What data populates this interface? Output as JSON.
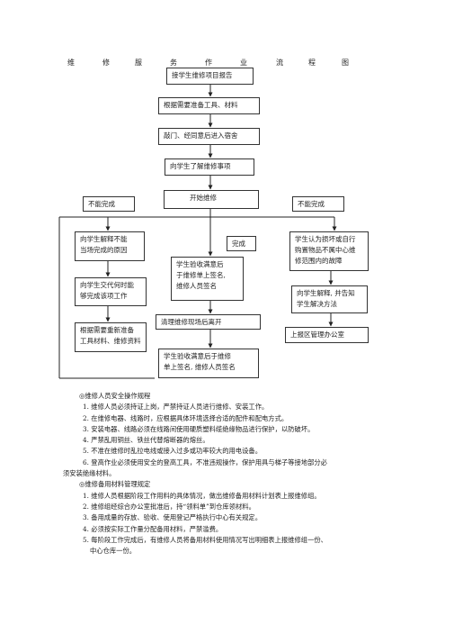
{
  "title_chars": [
    "维",
    "修",
    "服",
    "务",
    "作",
    "业",
    "流",
    "程",
    "图"
  ],
  "flow": {
    "n1": "接学生维修项目报告",
    "n2": "根据需要准备工具、材料",
    "n3": "敲门、经同意后进入宿舍",
    "n4": "向学生了解维修事项",
    "n5": "开始维修",
    "left_label": "不能完成",
    "right_label": "不能完成",
    "done_label": "完成",
    "l1": "向学生解释不能\n当场完成的原因",
    "l2": "向学生交代何时能\n够完成该项工作",
    "l3": "根据需要重新准备\n工具材料、维修资料",
    "c1": "学生验收满意后\n于维修单上签名,\n维修人员签名",
    "c2": "清理维修现场后离开",
    "c3": "学生验收满意后于维修\n单上签名, 维修人员签名",
    "r1": "学生认为损坏或自行\n购置物品不属中心维\n修范围内的故障",
    "r2": "向学生解释, 并告知\n学生解决方法",
    "r3": "上报区管理办公室"
  },
  "sections": {
    "s1_title": "◎维修人员安全操作规程",
    "s1_items": [
      "1. 维修人员必须持证上岗，严禁持证人员进行维修、安装工作。",
      "2. 在维修电器、线路时，应根据具体环境选择合适的配件和配电方式。",
      "3. 安装电器、线路必须在线路间使用硬质塑料缆绝缘物品进行保护，以防破坏。",
      "4. 严禁乱用铜丝、铁丝代替熔断器的熔丝。",
      "5. 不准在维修时乱拉电线或接入过多或功率较大的用电设备。",
      "6. 登高作业必须使用安全的登高工具，不准违规操作，保护用具与梯子等接地部分必"
    ],
    "s1_cont": "须安装绝缘材料。",
    "s2_title": "◎维修备用材料管理规定",
    "s2_items": [
      "1. 维修人员根据阶段工作用料的具体情况，做出维修备用材料计划表上报维修组。",
      "2. 维修组经综合办公室批准后，持“领料单”到仓库领材料。",
      "3. 备用成量的存放、验收、使用登记严格执行中心有关规定。",
      "4. 必须按实际工作量分配备用材料，严禁滥费。",
      "5. 每阶段工作完成后，有维修人员将备用材料使用情况写出明细表上报维修组一份、"
    ],
    "s2_cont": "中心仓库一份。"
  }
}
